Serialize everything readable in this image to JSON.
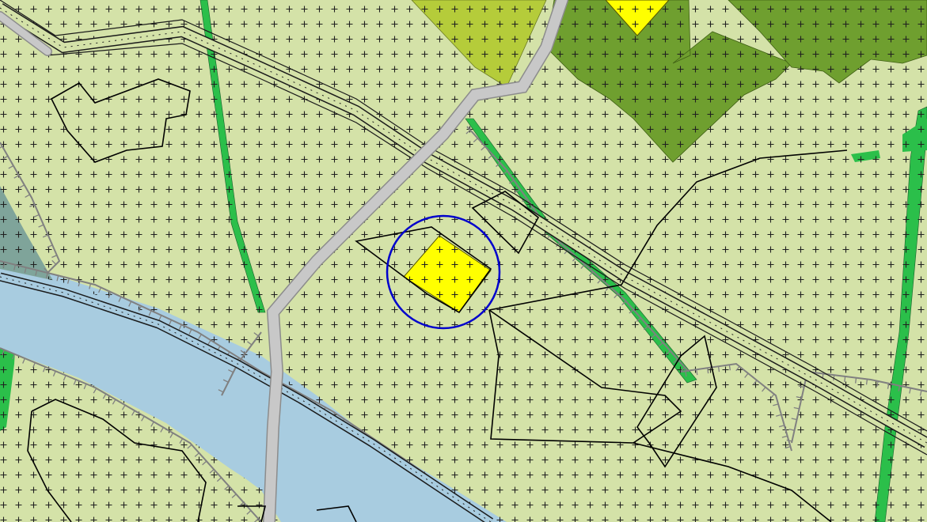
{
  "map": {
    "colors": {
      "land": "#d4e2a8",
      "land_border": "#ffffff",
      "plus_marks": "#1f1f1f",
      "water": "#a8cce0",
      "water_dark": "#7fa49a",
      "forest_dark": "#6f9f2f",
      "forest_light": "#b5cc3a",
      "green_strip": "#2bbf4a",
      "highlight_yellow": "#ffff00",
      "road_fill": "#c8c8c8",
      "road_edge": "#8c8c8c",
      "railway_line": "#222222",
      "parcel_line": "#000000",
      "embankment_line": "#808080",
      "selection_circle": "#0000cc"
    },
    "features": [
      {
        "name": "agricultural-land",
        "kind": "area"
      },
      {
        "name": "waterway",
        "kind": "area"
      },
      {
        "name": "forest",
        "kind": "area"
      },
      {
        "name": "railway",
        "kind": "line"
      },
      {
        "name": "road",
        "kind": "line"
      },
      {
        "name": "parcel-boundary",
        "kind": "line"
      },
      {
        "name": "embankment",
        "kind": "line"
      },
      {
        "name": "selected-parcel",
        "kind": "highlight"
      },
      {
        "name": "selection-circle",
        "kind": "marker"
      }
    ]
  }
}
